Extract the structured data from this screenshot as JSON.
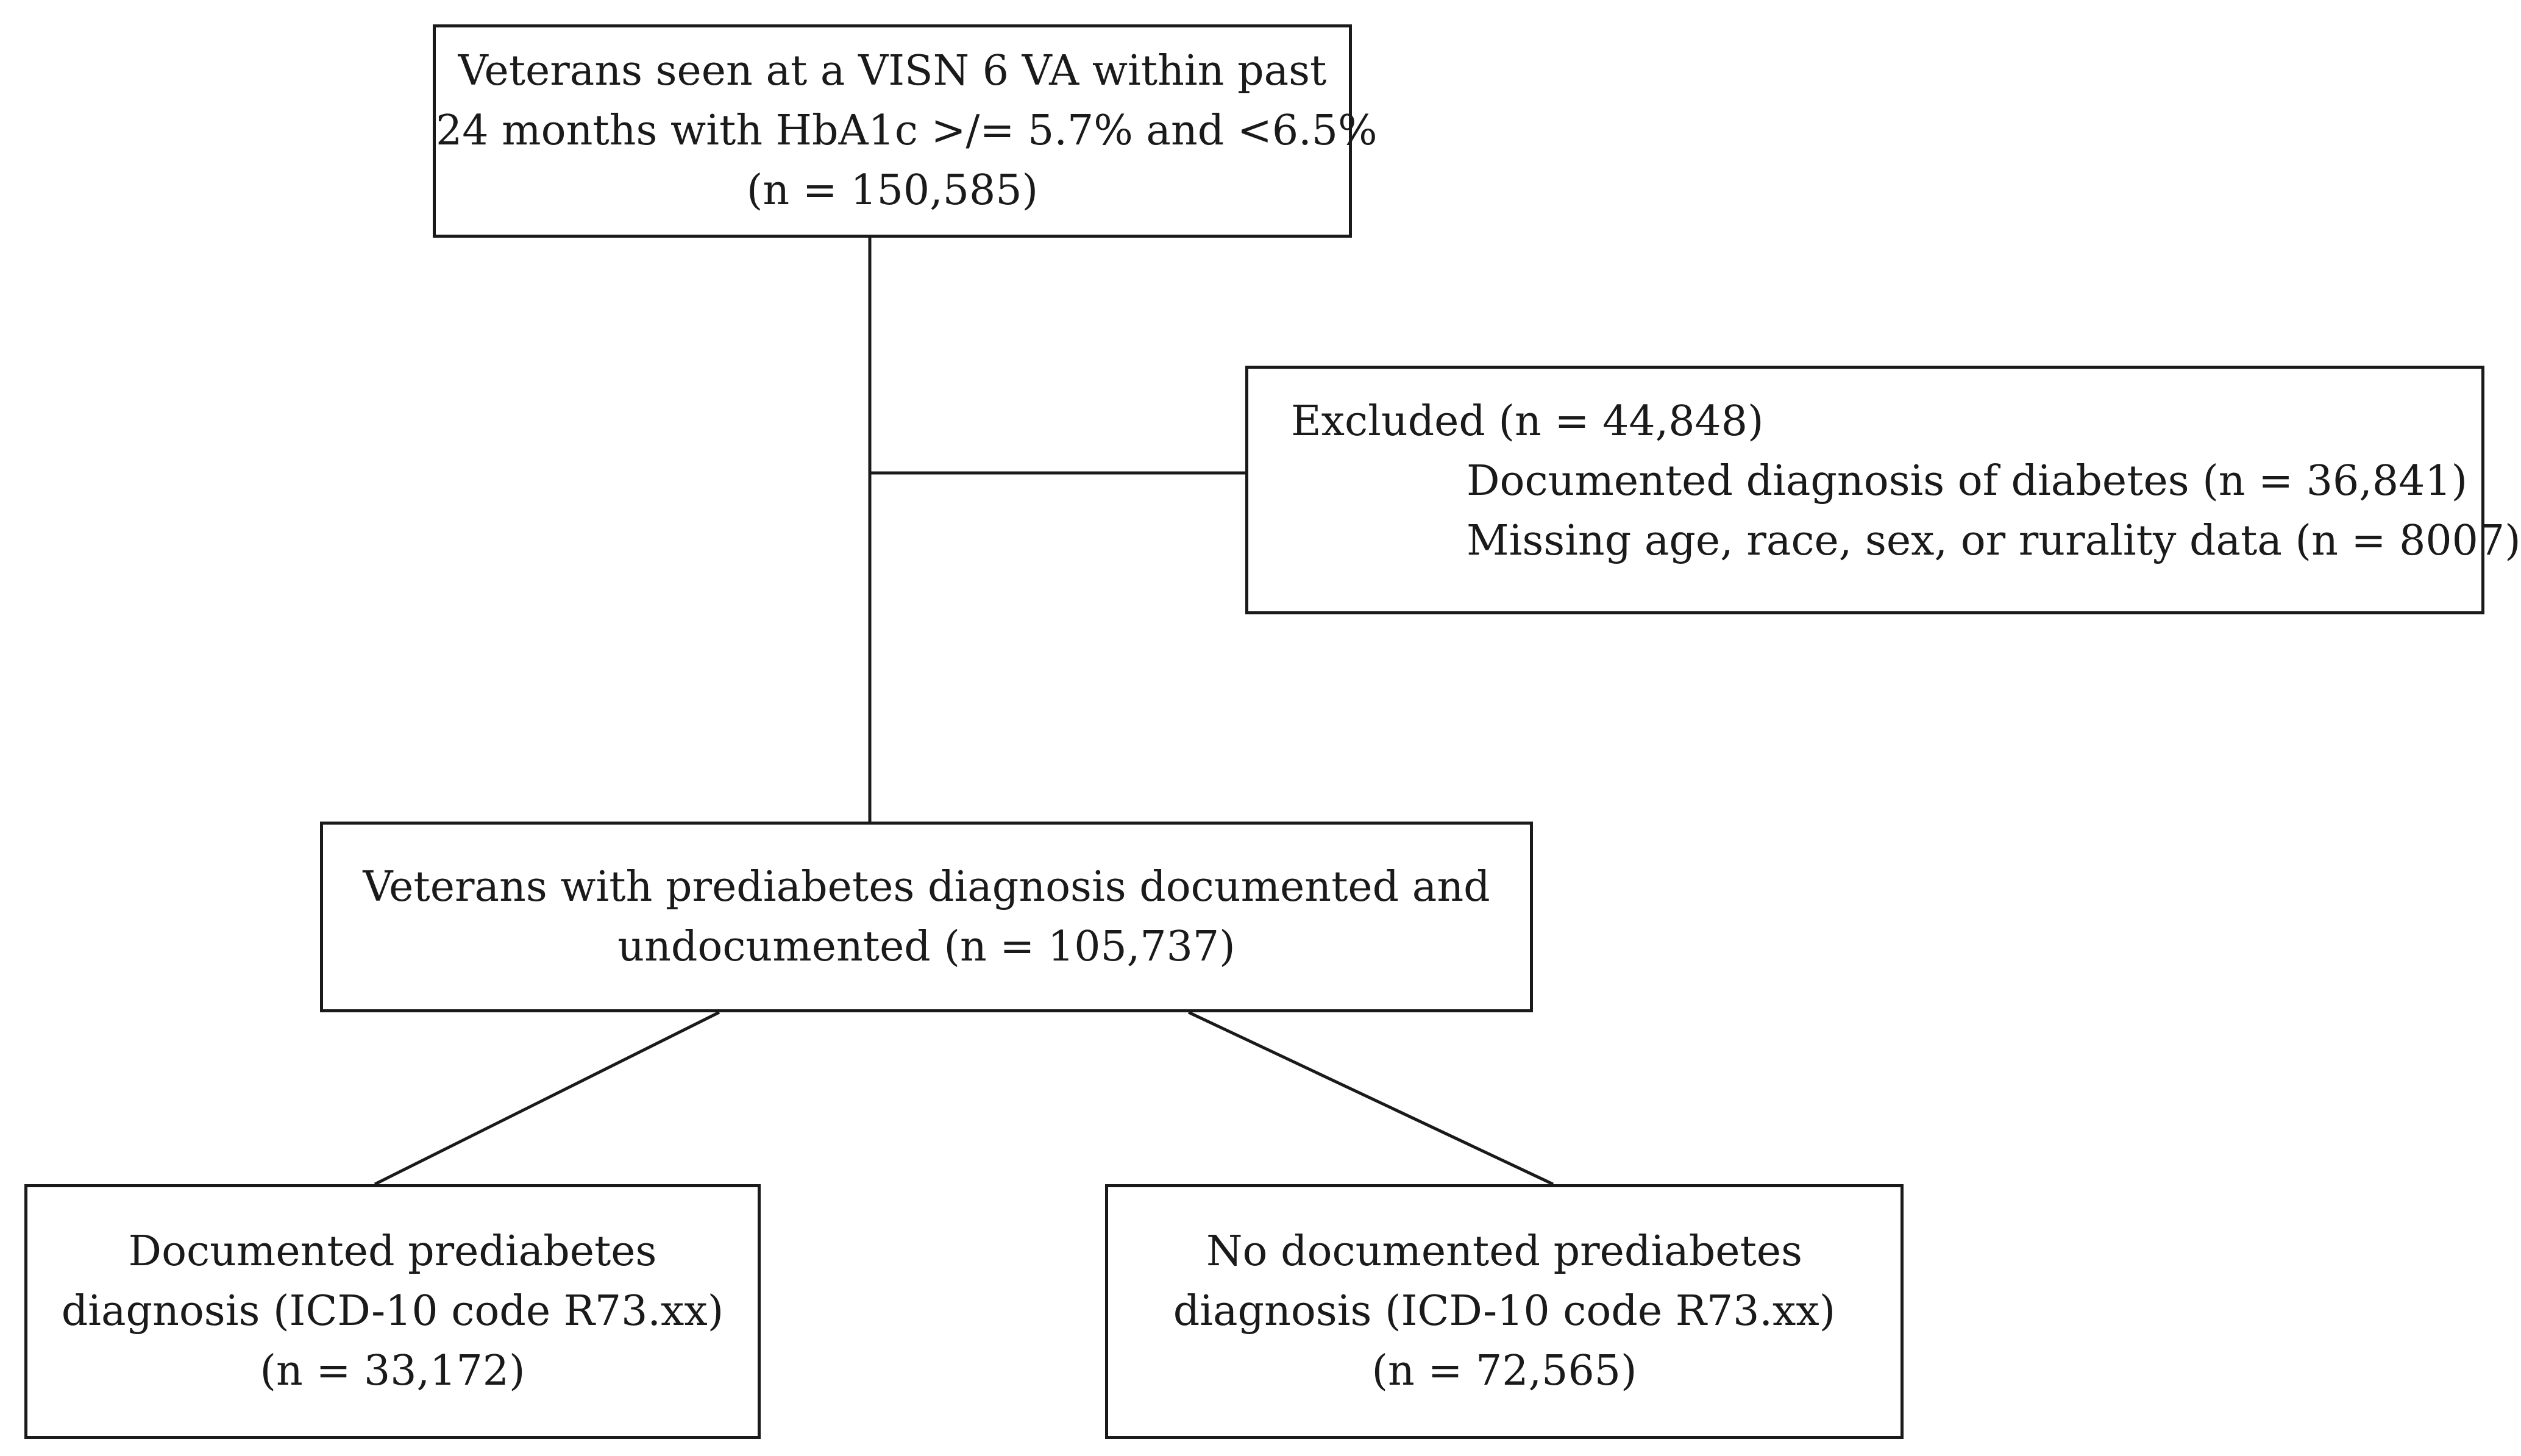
{
  "boxes": {
    "screened": {
      "lines": [
        "Veterans seen at a VISN 6 VA within past",
        "24 months with HbA1c >/= 5.7% and <6.5%",
        "(n = 150,585)"
      ]
    },
    "excluded": {
      "heading": "Excluded (n = 44,848)",
      "items": [
        "Documented diagnosis of diabetes (n = 36,841)",
        "Missing age, race, sex, or rurality data (n = 8007)"
      ]
    },
    "prediabetes": {
      "lines": [
        "Veterans with prediabetes diagnosis documented and",
        "undocumented (n = 105,737)"
      ]
    },
    "documented": {
      "lines": [
        "Documented prediabetes",
        "diagnosis (ICD-10 code R73.xx)",
        "(n = 33,172)"
      ]
    },
    "undocumented": {
      "lines": [
        "No documented prediabetes",
        "diagnosis (ICD-10 code R73.xx)",
        "(n = 72,565)"
      ]
    }
  },
  "colors": {
    "stroke": "#1a1a1a",
    "background": "#ffffff"
  }
}
